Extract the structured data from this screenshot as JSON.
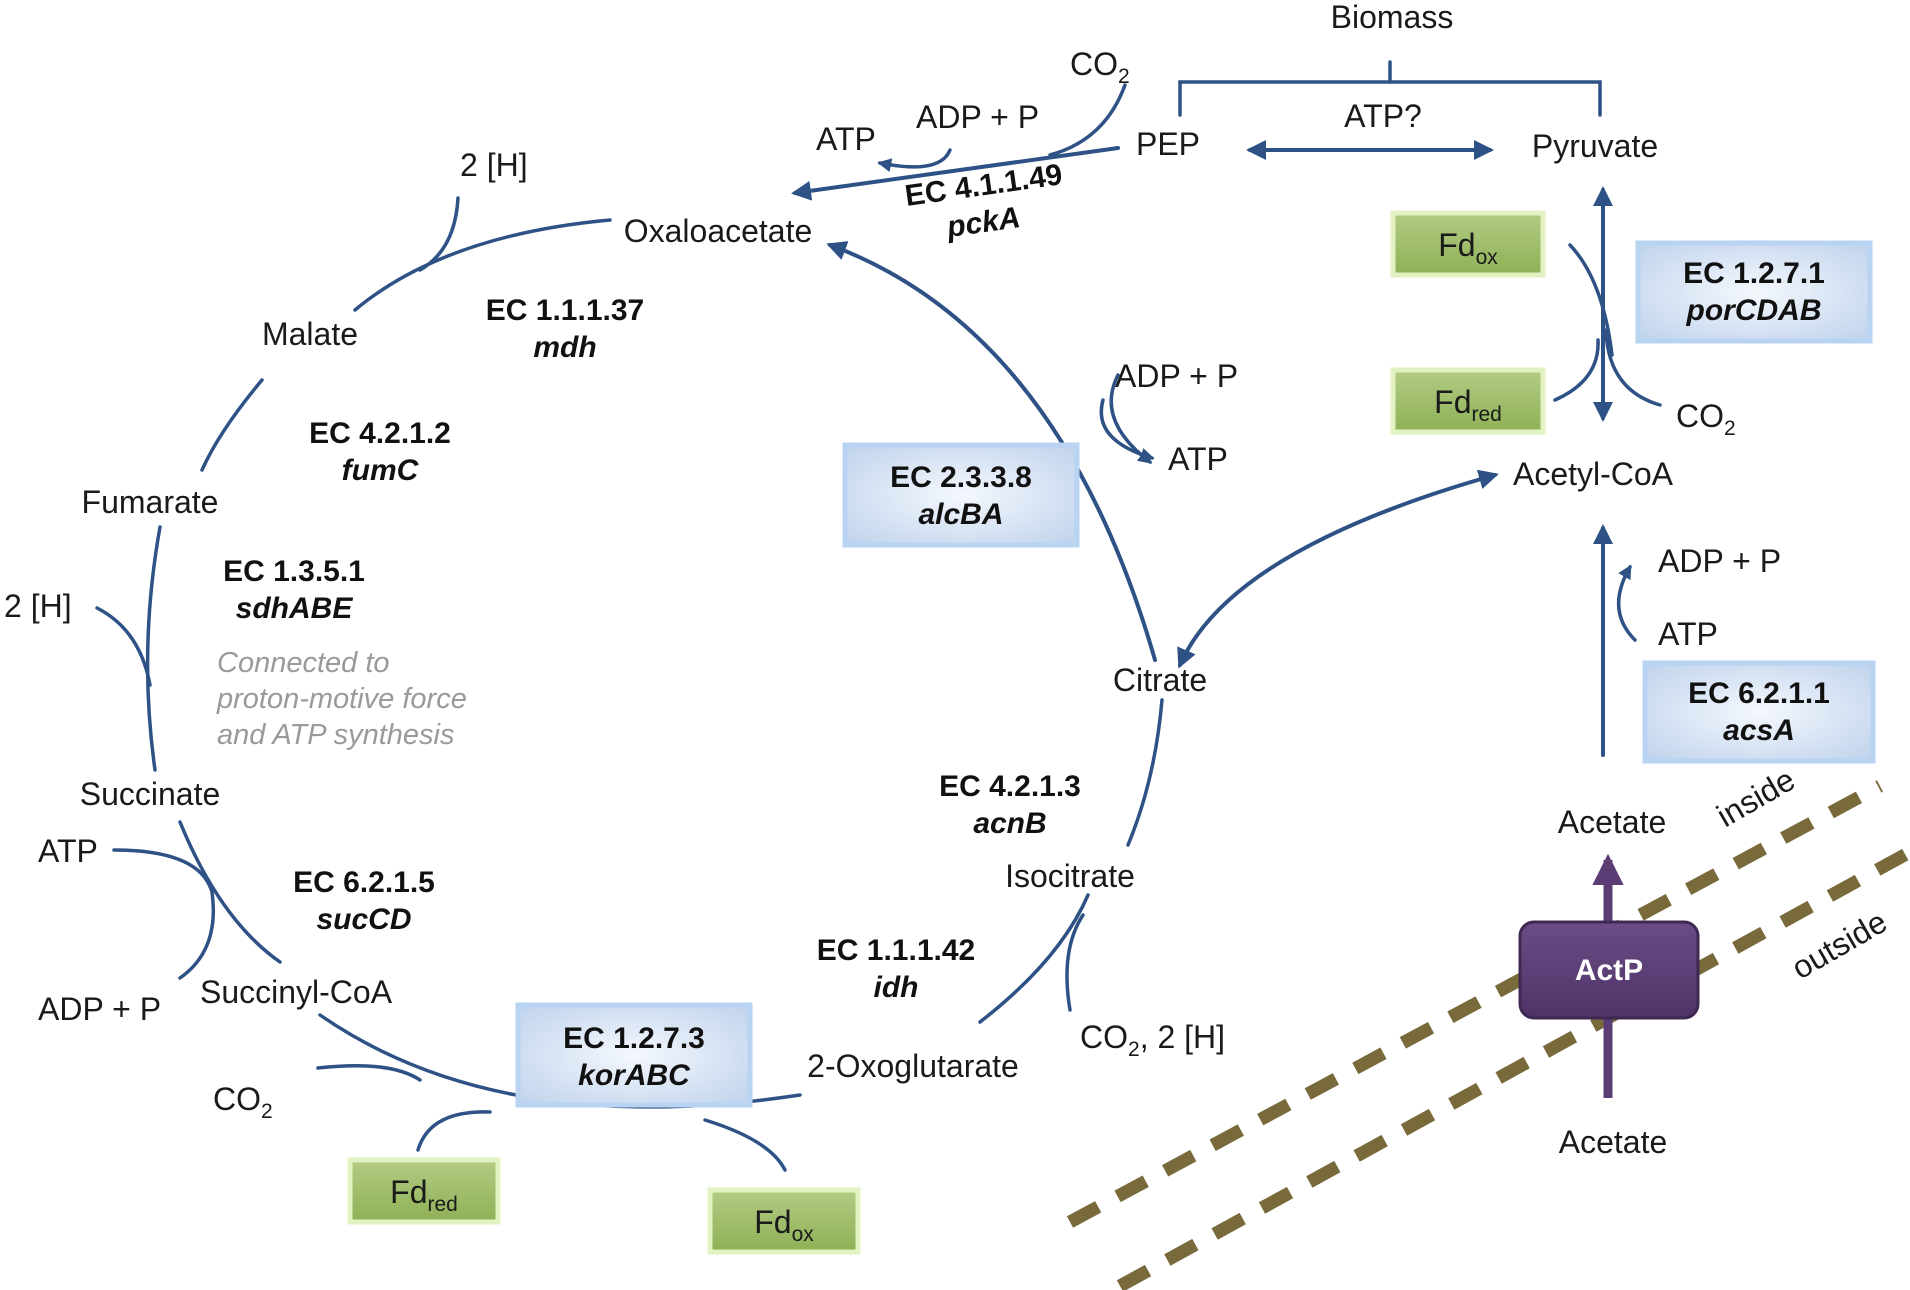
{
  "metabolites": {
    "biomass": "Biomass",
    "pep": "PEP",
    "pyruvate": "Pyruvate",
    "atp_question": "ATP?",
    "oxaloacetate": "Oxaloacetate",
    "malate": "Malate",
    "fumarate": "Fumarate",
    "succinate": "Succinate",
    "succinyl_coa": "Succinyl-CoA",
    "oxoglutarate": "2-Oxoglutarate",
    "isocitrate": "Isocitrate",
    "citrate": "Citrate",
    "acetyl_coa": "Acetyl-CoA",
    "acetate_in": "Acetate",
    "acetate_out": "Acetate"
  },
  "cofactors": {
    "co2": "CO",
    "co2_sub": "2",
    "co2_2h_suffix": ", 2 [H]",
    "two_h": "2 [H]",
    "atp": "ATP",
    "adp_p": "ADP + P",
    "fd": "Fd",
    "ox": "ox",
    "red": "red"
  },
  "enzymes": {
    "pcka": {
      "ec": "EC 4.1.1.49",
      "gene": "pckA"
    },
    "mdh": {
      "ec": "EC 1.1.1.37",
      "gene": "mdh"
    },
    "fumc": {
      "ec": "EC 4.2.1.2",
      "gene": "fumC"
    },
    "sdh": {
      "ec": "EC 1.3.5.1",
      "gene": "sdhABE"
    },
    "succd": {
      "ec": "EC 6.2.1.5",
      "gene": "sucCD"
    },
    "kor": {
      "ec": "EC 1.2.7.3",
      "gene": "korABC"
    },
    "idh": {
      "ec": "EC 1.1.1.42",
      "gene": "idh"
    },
    "acnb": {
      "ec": "EC 4.2.1.3",
      "gene": "acnB"
    },
    "alc": {
      "ec": "EC 2.3.3.8",
      "gene": "alcBA"
    },
    "por": {
      "ec": "EC 1.2.7.1",
      "gene": "porCDAB"
    },
    "acs": {
      "ec": "EC 6.2.1.1",
      "gene": "acsA"
    }
  },
  "sdh_note": [
    "Connected to",
    "proton-motive force",
    "and ATP synthesis"
  ],
  "transporter": "ActP",
  "membrane": {
    "inside": "inside",
    "outside": "outside"
  },
  "colors": {
    "pathway": "#2e5285",
    "transporter": "#5b3d75",
    "membrane": "#786a3a",
    "note": "#9a9a9a"
  }
}
